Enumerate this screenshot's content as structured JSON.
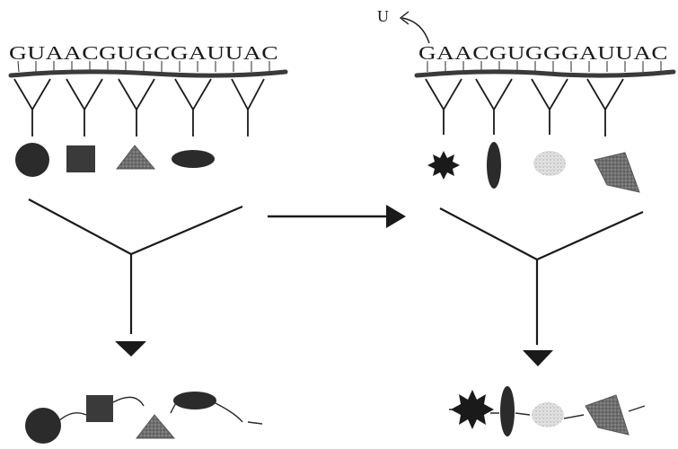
{
  "left_panel": {
    "rna_sequence": "GUAACGUGCGAUUAC",
    "shapes": [
      "circle",
      "square",
      "triangle",
      "ellipse"
    ]
  },
  "right_panel": {
    "mutation_label": "U",
    "rna_sequence": "GAACGUGGGAUUAC",
    "shapes": [
      "star",
      "vertical-ellipse",
      "faint-blob",
      "diamond"
    ]
  },
  "colors": {
    "ink": "#1a1a1a",
    "dark_shape": "#2b2b2b",
    "gray_shape": "#7a7a7a",
    "faint_shape": "#d4d4d4"
  }
}
